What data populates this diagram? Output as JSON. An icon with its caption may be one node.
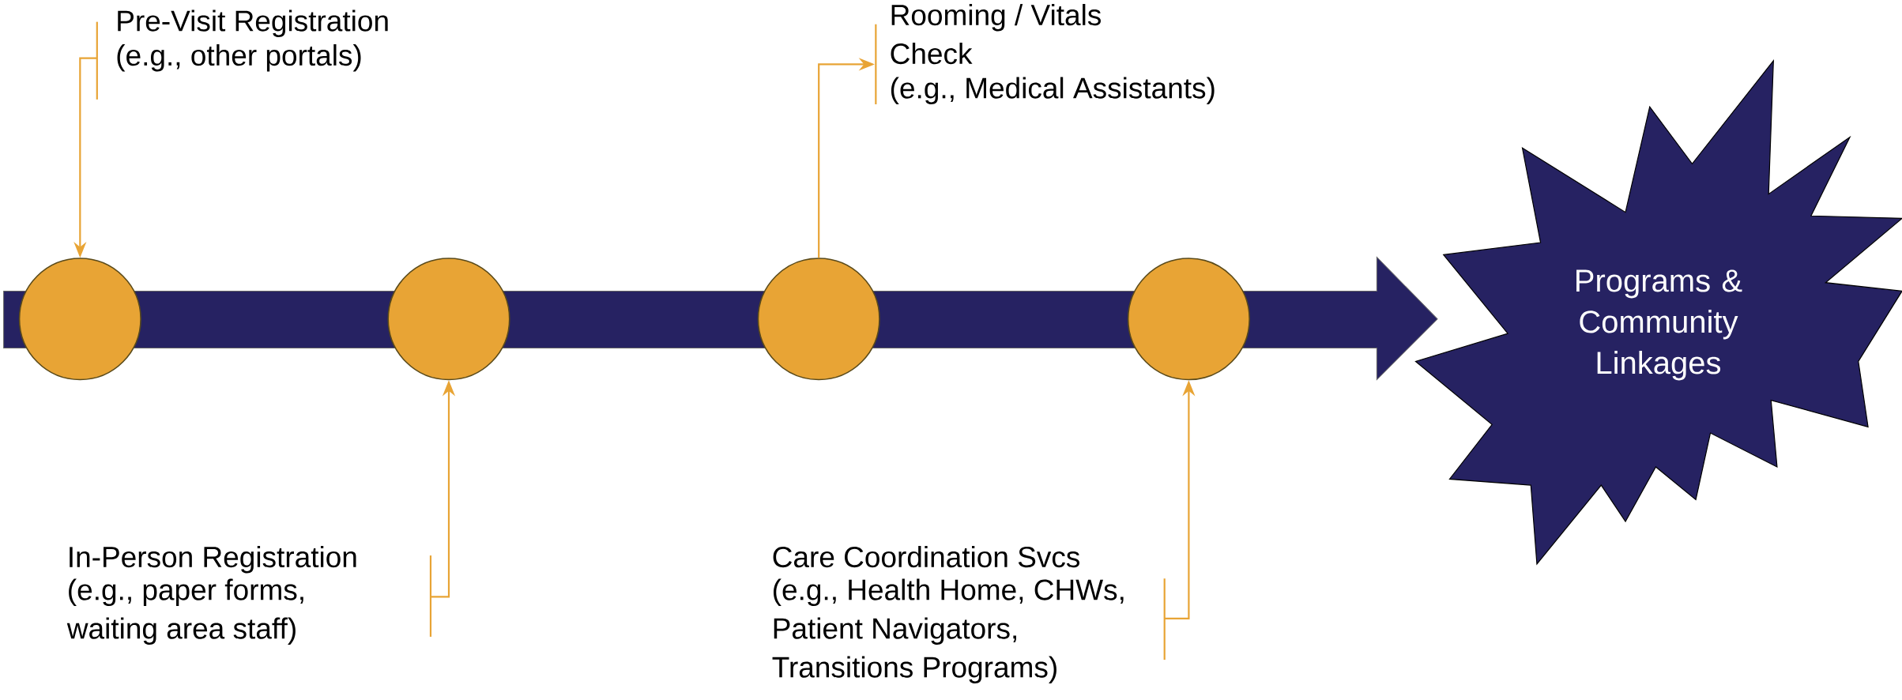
{
  "diagram": {
    "nodes": [
      {
        "text": [
          "Pre-Visit Registration",
          "(e.g., other portals)"
        ]
      },
      {
        "text": [
          "Rooming / Vitals Check",
          "(e.g., Medical Assistants)"
        ]
      },
      {
        "text": [],
        "shape": "circle"
      },
      {
        "text": [],
        "shape": "circle"
      },
      {
        "text": [],
        "shape": "circle"
      },
      {
        "text": [],
        "shape": "circle"
      },
      {
        "text": [
          "Programs & Community Linkages"
        ]
      },
      {
        "text": [
          "In-Person Registration",
          "(e.g., paper forms, waiting area staff)"
        ]
      },
      {
        "text": [
          "Care Coordination Svcs",
          "(e.g., Health Home, CHWs, Patient Navigators, Transitions Programs)"
        ]
      }
    ],
    "edges": [
      {
        "from": 2,
        "to": 6,
        "arrow": "to",
        "style": "thick",
        "color": "#262262"
      },
      {
        "from": 0,
        "to": 2,
        "arrow": "to"
      },
      {
        "from": 4,
        "to": 1,
        "arrow": "to"
      },
      {
        "from": 7,
        "to": 3,
        "arrow": "to"
      },
      {
        "from": 8,
        "to": 5,
        "arrow": "to"
      }
    ]
  }
}
